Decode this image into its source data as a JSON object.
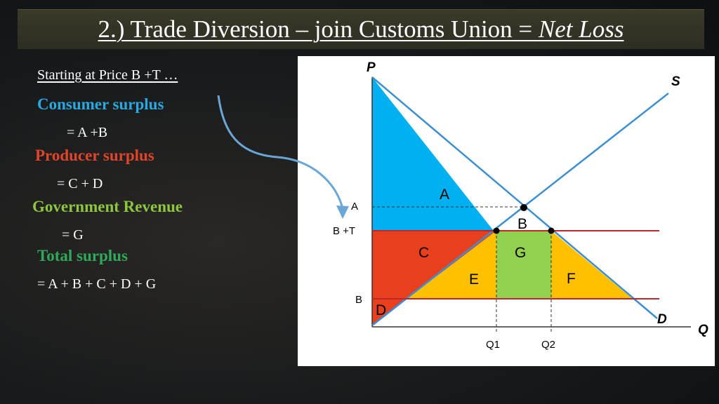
{
  "title": {
    "main": "2.) Trade Diversion – join Customs Union = ",
    "emph": "Net Loss"
  },
  "left": {
    "start": "Starting at Price B +T …",
    "cs_label": "Consumer surplus",
    "cs_value": "= A +B",
    "ps_label": "Producer surplus",
    "ps_value": "= C + D",
    "gr_label": "Government Revenue",
    "gr_value": "= G",
    "ts_label": "Total surplus",
    "ts_value": "= A + B + C + D + G"
  },
  "diagram": {
    "axis_p": "P",
    "axis_q": "Q",
    "supply": "S",
    "demand": "D",
    "price_a": "A",
    "price_bt": "B +T",
    "price_b": "B",
    "q1": "Q1",
    "q2": "Q2",
    "region_a": "A",
    "region_b": "B",
    "region_c": "C",
    "region_d": "D",
    "region_e": "E",
    "region_f": "F",
    "region_g": "G",
    "colors": {
      "consumer_surplus": "#00b0f0",
      "producer_surplus": "#e8401c",
      "deadweight": "#ffc000",
      "revenue": "#92d050",
      "curve": "#3e8fcf",
      "price_line": "#c0272d"
    }
  }
}
